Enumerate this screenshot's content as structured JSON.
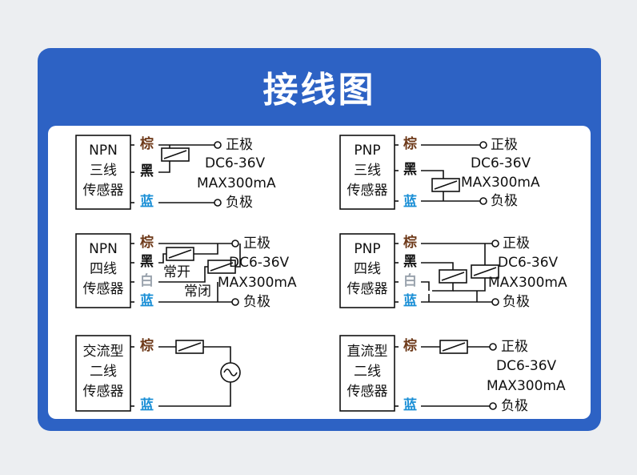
{
  "title": "接线图",
  "colors": {
    "panel": "#2d62c4",
    "brown": "#6e3a1a",
    "blue": "#1a8fd6",
    "white_wire": "#9aa3ad"
  },
  "wire_names": {
    "brown": "棕",
    "black": "黑",
    "white": "白",
    "blue": "蓝"
  },
  "terminals": {
    "positive": "正极",
    "negative": "负极",
    "normally_open": "常开",
    "normally_closed": "常闭"
  },
  "specs": {
    "voltage": "DC6-36V",
    "current": "MAX300mA"
  },
  "sensors": {
    "npn3": [
      "NPN",
      "三线",
      "传感器"
    ],
    "pnp3": [
      "PNP",
      "三线",
      "传感器"
    ],
    "npn4": [
      "NPN",
      "四线",
      "传感器"
    ],
    "pnp4": [
      "PNP",
      "四线",
      "传感器"
    ],
    "ac2": [
      "交流型",
      "二线",
      "传感器"
    ],
    "dc2": [
      "直流型",
      "二线",
      "传感器"
    ]
  },
  "icons": {
    "ac_source": "ac-source-icon",
    "load": "load-icon"
  }
}
